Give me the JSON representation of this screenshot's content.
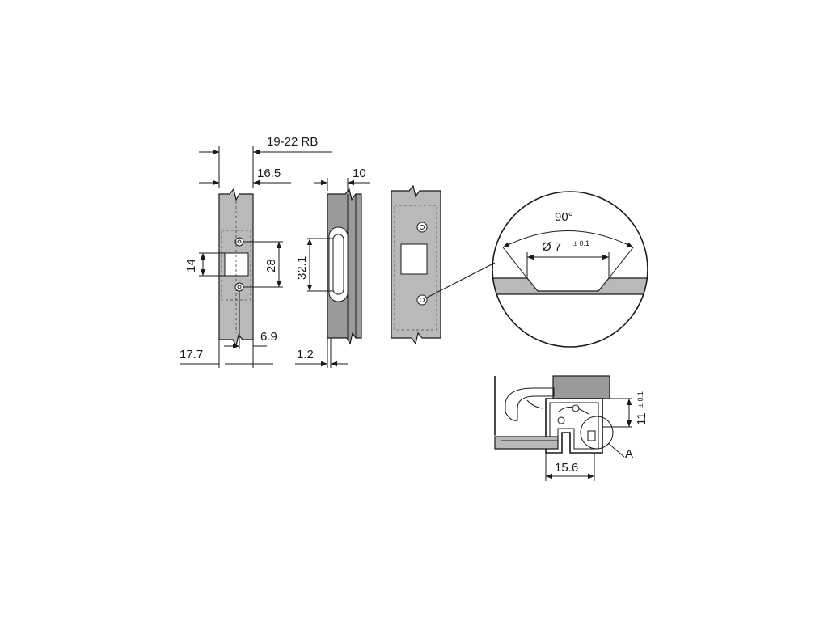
{
  "drawing": {
    "dimensions": {
      "rail_width": "19-22 RB",
      "width_16_5": "16.5",
      "width_10": "10",
      "height_14": "14",
      "height_28": "28",
      "height_32_1": "32.1",
      "offset_17_7": "17.7",
      "offset_6_9": "6.9",
      "offset_1_2": "1.2",
      "angle_90": "90°",
      "diameter_7": "Ø 7",
      "tol_01": "± 0.1",
      "height_11": "11",
      "tol_11": "± 0.1",
      "width_15_6": "15.6",
      "detail_label": "A"
    }
  }
}
